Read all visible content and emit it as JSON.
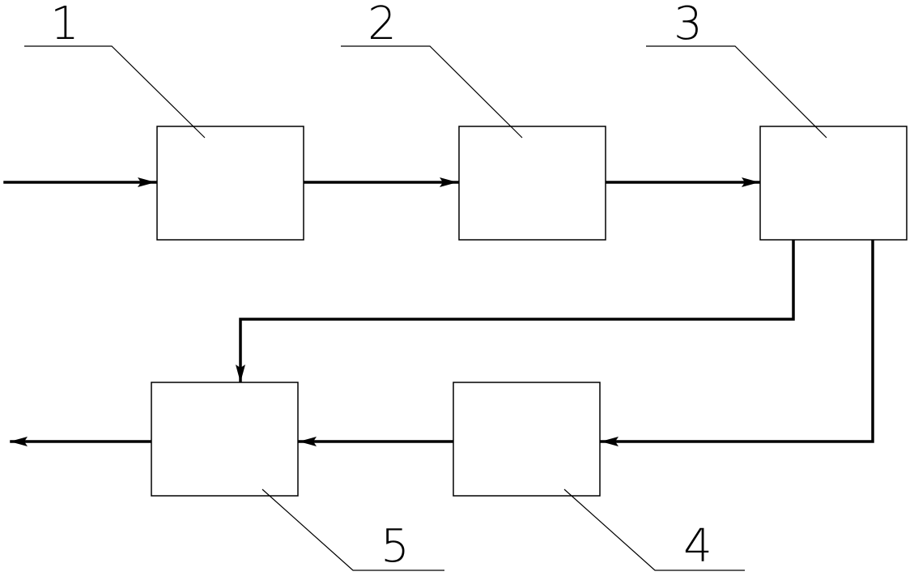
{
  "diagram": {
    "blocks": [
      {
        "id": "block-1",
        "callout": "1"
      },
      {
        "id": "block-2",
        "callout": "2"
      },
      {
        "id": "block-3",
        "callout": "3"
      },
      {
        "id": "block-4",
        "callout": "4"
      },
      {
        "id": "block-5",
        "callout": "5"
      }
    ],
    "connections": [
      {
        "from": "input",
        "to": "block-1"
      },
      {
        "from": "block-1",
        "to": "block-2"
      },
      {
        "from": "block-2",
        "to": "block-3"
      },
      {
        "from": "block-3",
        "to": "block-5"
      },
      {
        "from": "block-3",
        "to": "block-4"
      },
      {
        "from": "block-4",
        "to": "block-5"
      },
      {
        "from": "block-5",
        "to": "output"
      }
    ],
    "colors": {
      "line": "#000000",
      "background": "#ffffff"
    }
  }
}
